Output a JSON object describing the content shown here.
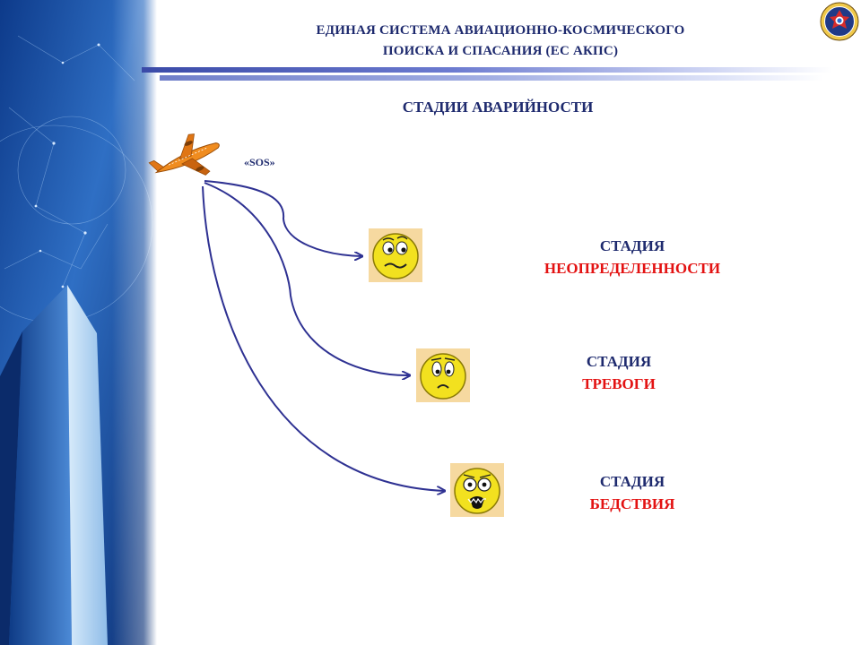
{
  "header": {
    "title_line1": "ЕДИНАЯ СИСТЕМА АВИАЦИОННО-КОСМИЧЕСКОГО",
    "title_line2": "ПОИСКА И СПАСАНИЯ (ЕС АКПС)"
  },
  "subtitle": "СТАДИИ АВАРИЙНОСТИ",
  "signal_label": "«SOS»",
  "stages": [
    {
      "line1": "СТАДИЯ",
      "line2": "НЕОПРЕДЕЛЕННОСТИ",
      "face": "puzzled-face-icon"
    },
    {
      "line1": "СТАДИЯ",
      "line2": "ТРЕВОГИ",
      "face": "worried-face-icon"
    },
    {
      "line1": "СТАДИЯ",
      "line2": "БЕДСТВИЯ",
      "face": "shocked-face-icon"
    }
  ],
  "colors": {
    "title": "#1e2a6e",
    "stage_name": "#e31212",
    "arrow": "#2e3192",
    "face_background": "#f6d9a0",
    "face_fill": "#f2e11f"
  }
}
